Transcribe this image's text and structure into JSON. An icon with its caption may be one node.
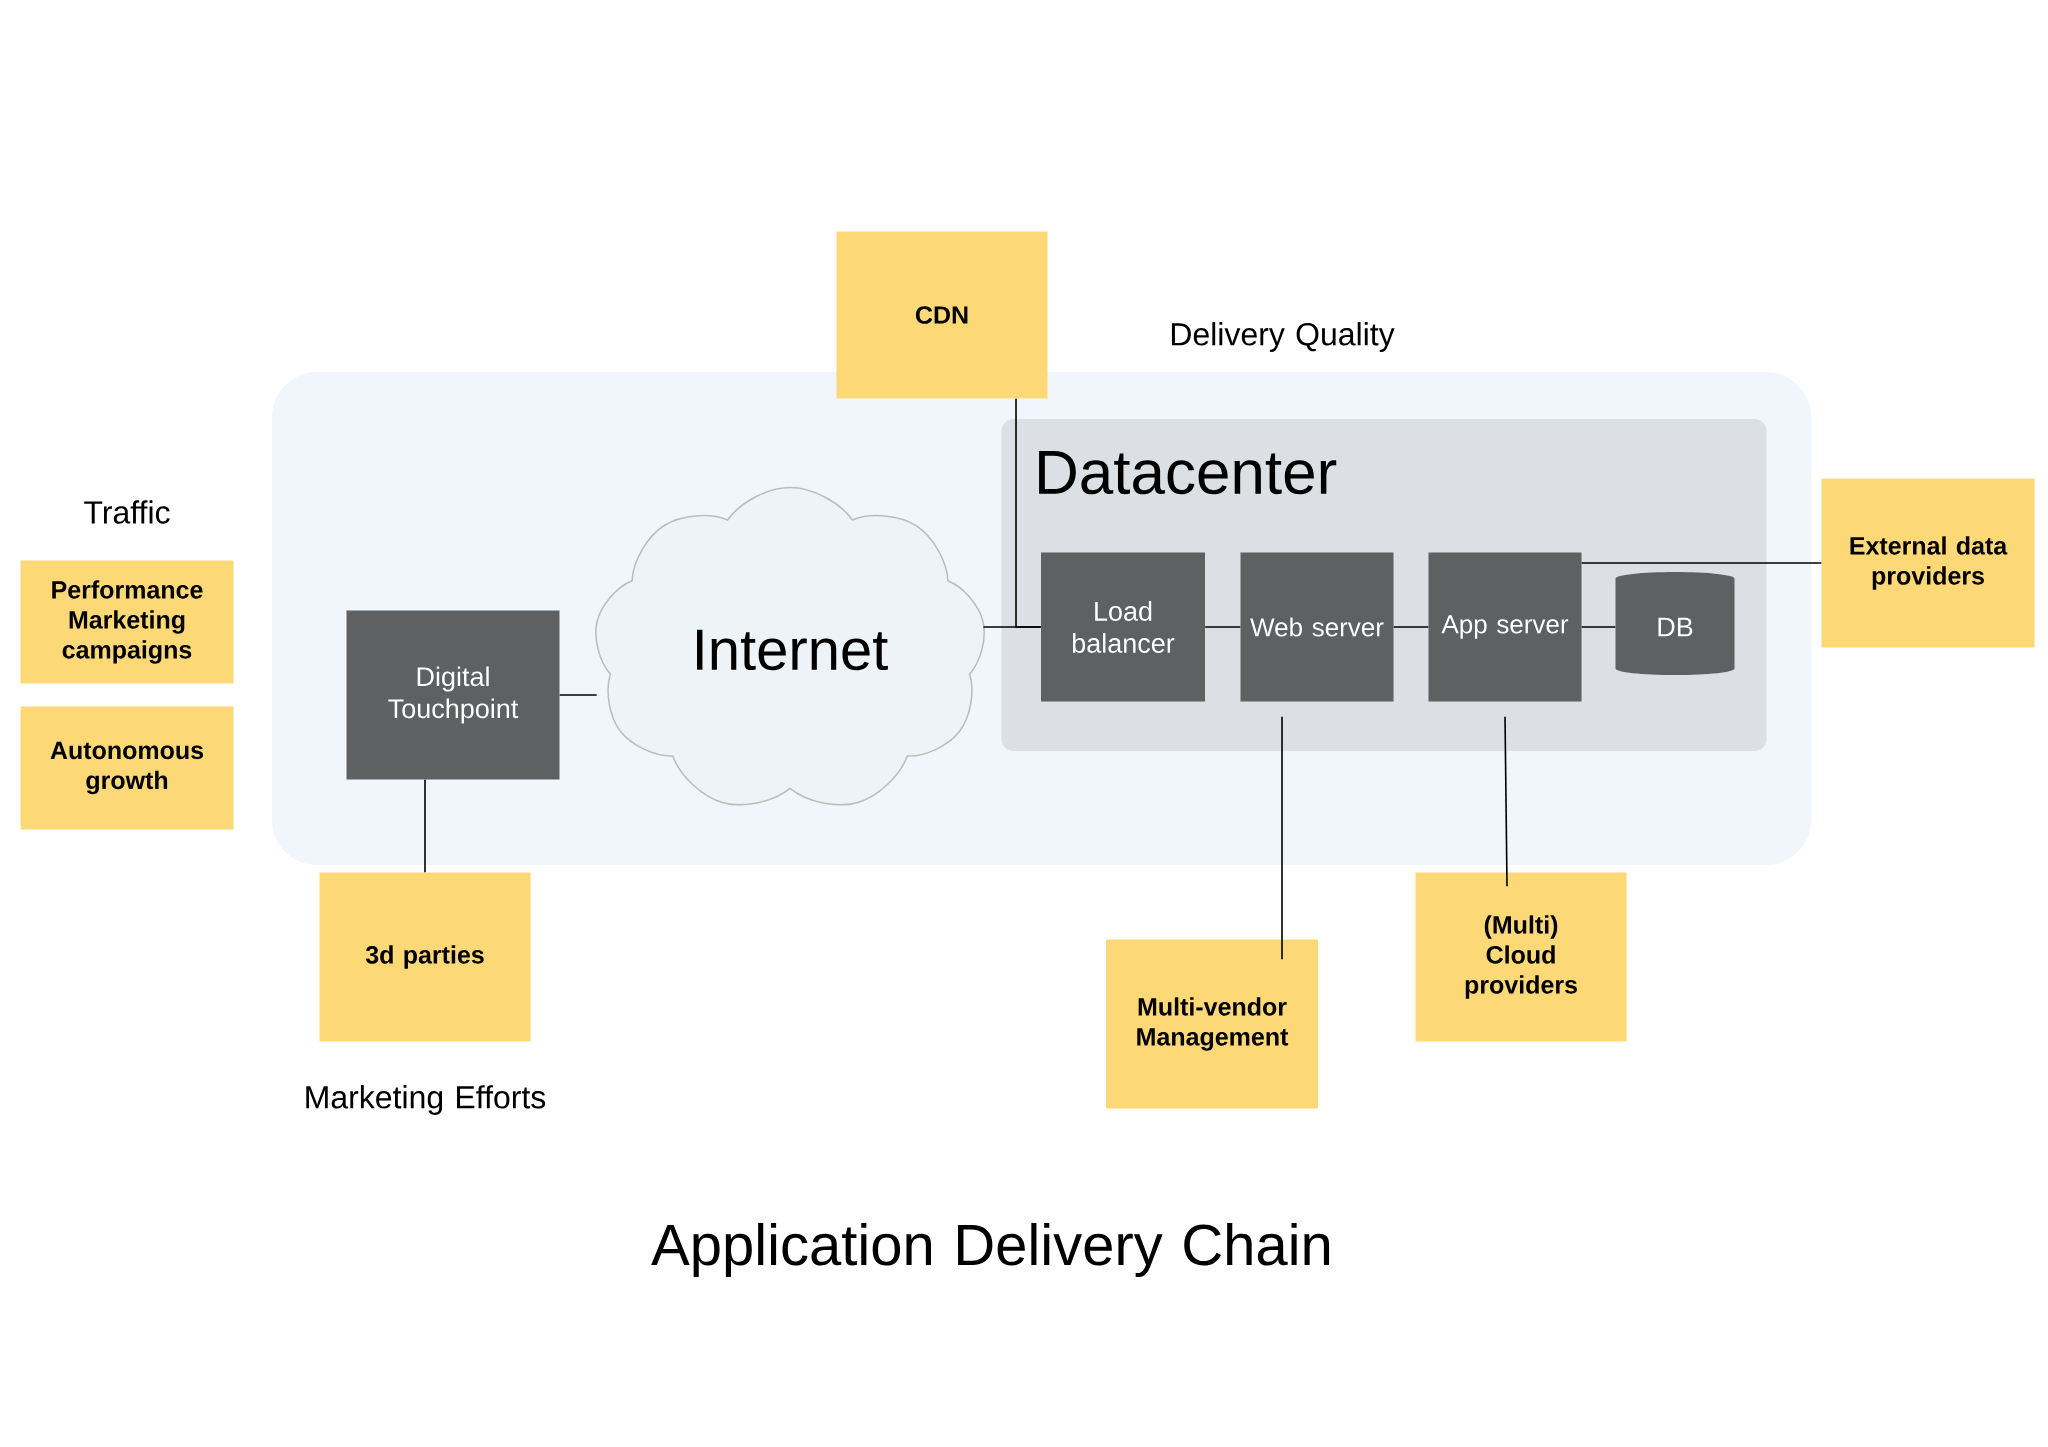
{
  "diagram": {
    "title": "Application Delivery Chain",
    "nodes": [
      {
        "text": [
          "Performance Marketing campaigns"
        ]
      },
      {
        "text": [
          "Autonomous growth"
        ]
      },
      {
        "text": [
          "CDN"
        ]
      },
      {
        "text": [
          "Digital Touchpoint"
        ]
      },
      {
        "text": [
          "Internet"
        ]
      },
      {
        "text": [
          "Datacenter"
        ]
      },
      {
        "text": [
          "Load balancer"
        ],
        "in": 5
      },
      {
        "text": [
          "Web server"
        ],
        "in": 5
      },
      {
        "text": [
          "App server"
        ],
        "in": 5
      },
      {
        "text": [
          "DB"
        ],
        "in": 5
      },
      {
        "text": [
          "External data providers"
        ]
      },
      {
        "text": [
          "3d parties"
        ]
      },
      {
        "text": [
          "Multi-vendor Management"
        ]
      },
      {
        "text": [
          "(Multi) Cloud providers"
        ]
      }
    ],
    "edges": [
      {
        "from": 3,
        "to": 4,
        "arrow": "none"
      },
      {
        "from": 4,
        "to": 6,
        "arrow": "none"
      },
      {
        "from": 2,
        "to": 6,
        "arrow": "none"
      },
      {
        "from": 6,
        "to": 7,
        "arrow": "none"
      },
      {
        "from": 7,
        "to": 8,
        "arrow": "none"
      },
      {
        "from": 8,
        "to": 9,
        "arrow": "none"
      },
      {
        "from": 8,
        "to": 10,
        "arrow": "none"
      },
      {
        "from": 3,
        "to": 11,
        "arrow": "none"
      },
      {
        "from": 7,
        "to": 12,
        "arrow": "none"
      },
      {
        "from": 8,
        "to": 13,
        "arrow": "none"
      }
    ],
    "labels": [
      "Delivery Quality",
      "Traffic",
      "Marketing Efforts"
    ]
  }
}
